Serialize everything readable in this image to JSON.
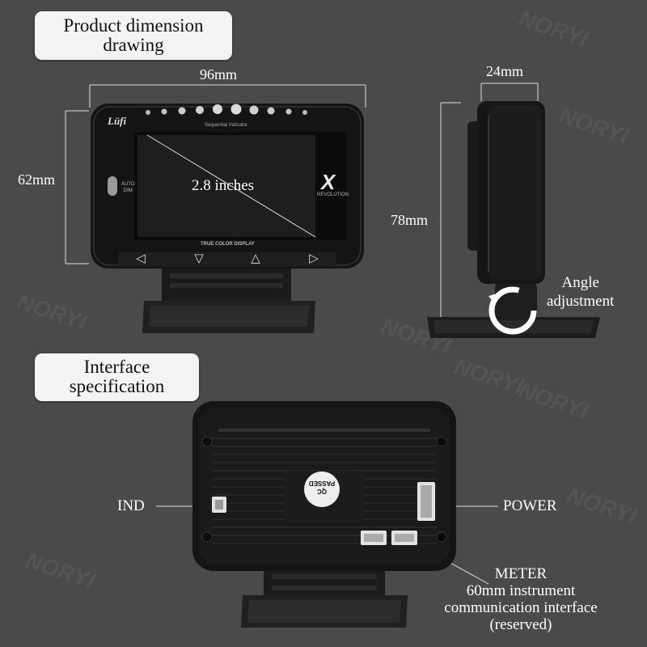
{
  "sections": {
    "dimension_title": "Product dimension drawing",
    "dimension_title_lines": [
      "Product dimension",
      "drawing"
    ],
    "interface_title": "Interface specification",
    "interface_title_lines": [
      "Interface",
      "specification"
    ]
  },
  "dimensions": {
    "width": "96mm",
    "height": "62mm",
    "depth": "24mm",
    "side_height": "78mm",
    "screen": "2.8 inches",
    "angle_lines": [
      "Angle",
      "adjustment"
    ]
  },
  "device_front": {
    "brand": "Lüfi",
    "indicator_caption": "Sequential Indicator",
    "auto_dim": [
      "AUTO",
      "DIM"
    ],
    "model_mark": "X",
    "model_sub": "REVOLUTION",
    "display_caption": "TRUE COLOR DISPLAY",
    "buttons": [
      "◁",
      "▽",
      "△",
      "▷"
    ]
  },
  "device_back": {
    "qc_sticker": [
      "QC",
      "PASSED"
    ]
  },
  "ports": {
    "ind": "IND",
    "power": "POWER",
    "meter": "METER",
    "meter_desc_lines": [
      "60mm instrument",
      "communication interface",
      "(reserved)"
    ]
  },
  "watermark": "NORYI",
  "colors": {
    "background": "#4a4a4a",
    "label_box": "#f4f4f4",
    "device_body": "#141414",
    "screen_bezel": "#0b0b0b"
  }
}
